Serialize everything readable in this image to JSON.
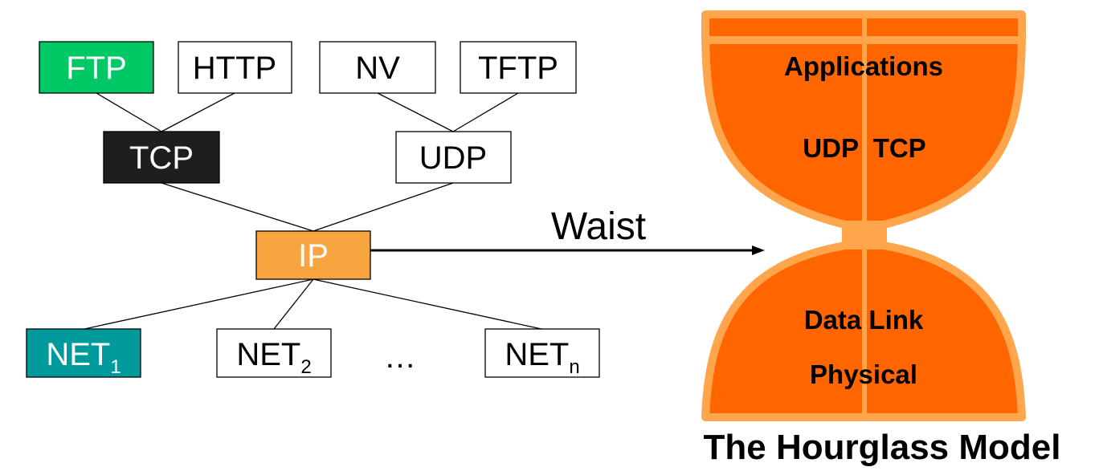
{
  "protocol_tree": {
    "apps": {
      "ftp": "FTP",
      "http": "HTTP",
      "nv": "NV",
      "tftp": "TFTP"
    },
    "transport": {
      "tcp": "TCP",
      "udp": "UDP"
    },
    "network": {
      "ip": "IP"
    },
    "links": {
      "net1": {
        "base": "NET",
        "sub": "1"
      },
      "net2": {
        "base": "NET",
        "sub": "2"
      },
      "ellipsis": "…",
      "netn": {
        "base": "NET",
        "sub": "n"
      }
    }
  },
  "arrow_label": "Waist",
  "hourglass": {
    "top_layers": {
      "applications": "Applications",
      "udp_tcp": "UDP  TCP"
    },
    "bottom_layers": {
      "data_link": "Data Link",
      "physical": "Physical"
    },
    "title": "The Hourglass Model"
  },
  "colors": {
    "ftp_fill": "#00c864",
    "tcp_fill": "#1e1e1e",
    "ip_fill": "#f8a540",
    "net1_fill": "#009a9c",
    "hourglass_fill": "#ff6600",
    "hourglass_outline": "#ffa64d"
  }
}
